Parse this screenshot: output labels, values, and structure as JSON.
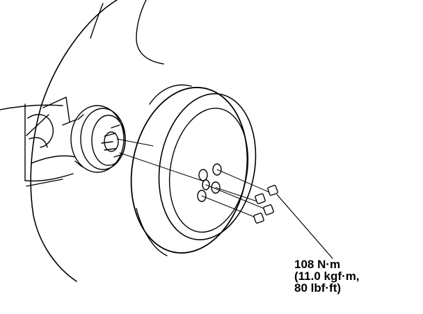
{
  "torque_spec": {
    "line1": "108 N·m",
    "line2": "(11.0 kgf·m,",
    "line3": "80 lbf·ft)"
  },
  "colors": {
    "ink": "#000000",
    "paper": "#ffffff"
  },
  "parts": {
    "tire": "wheel-tire",
    "hub": "brake-drum-hub",
    "fasteners": "lug-nut"
  }
}
